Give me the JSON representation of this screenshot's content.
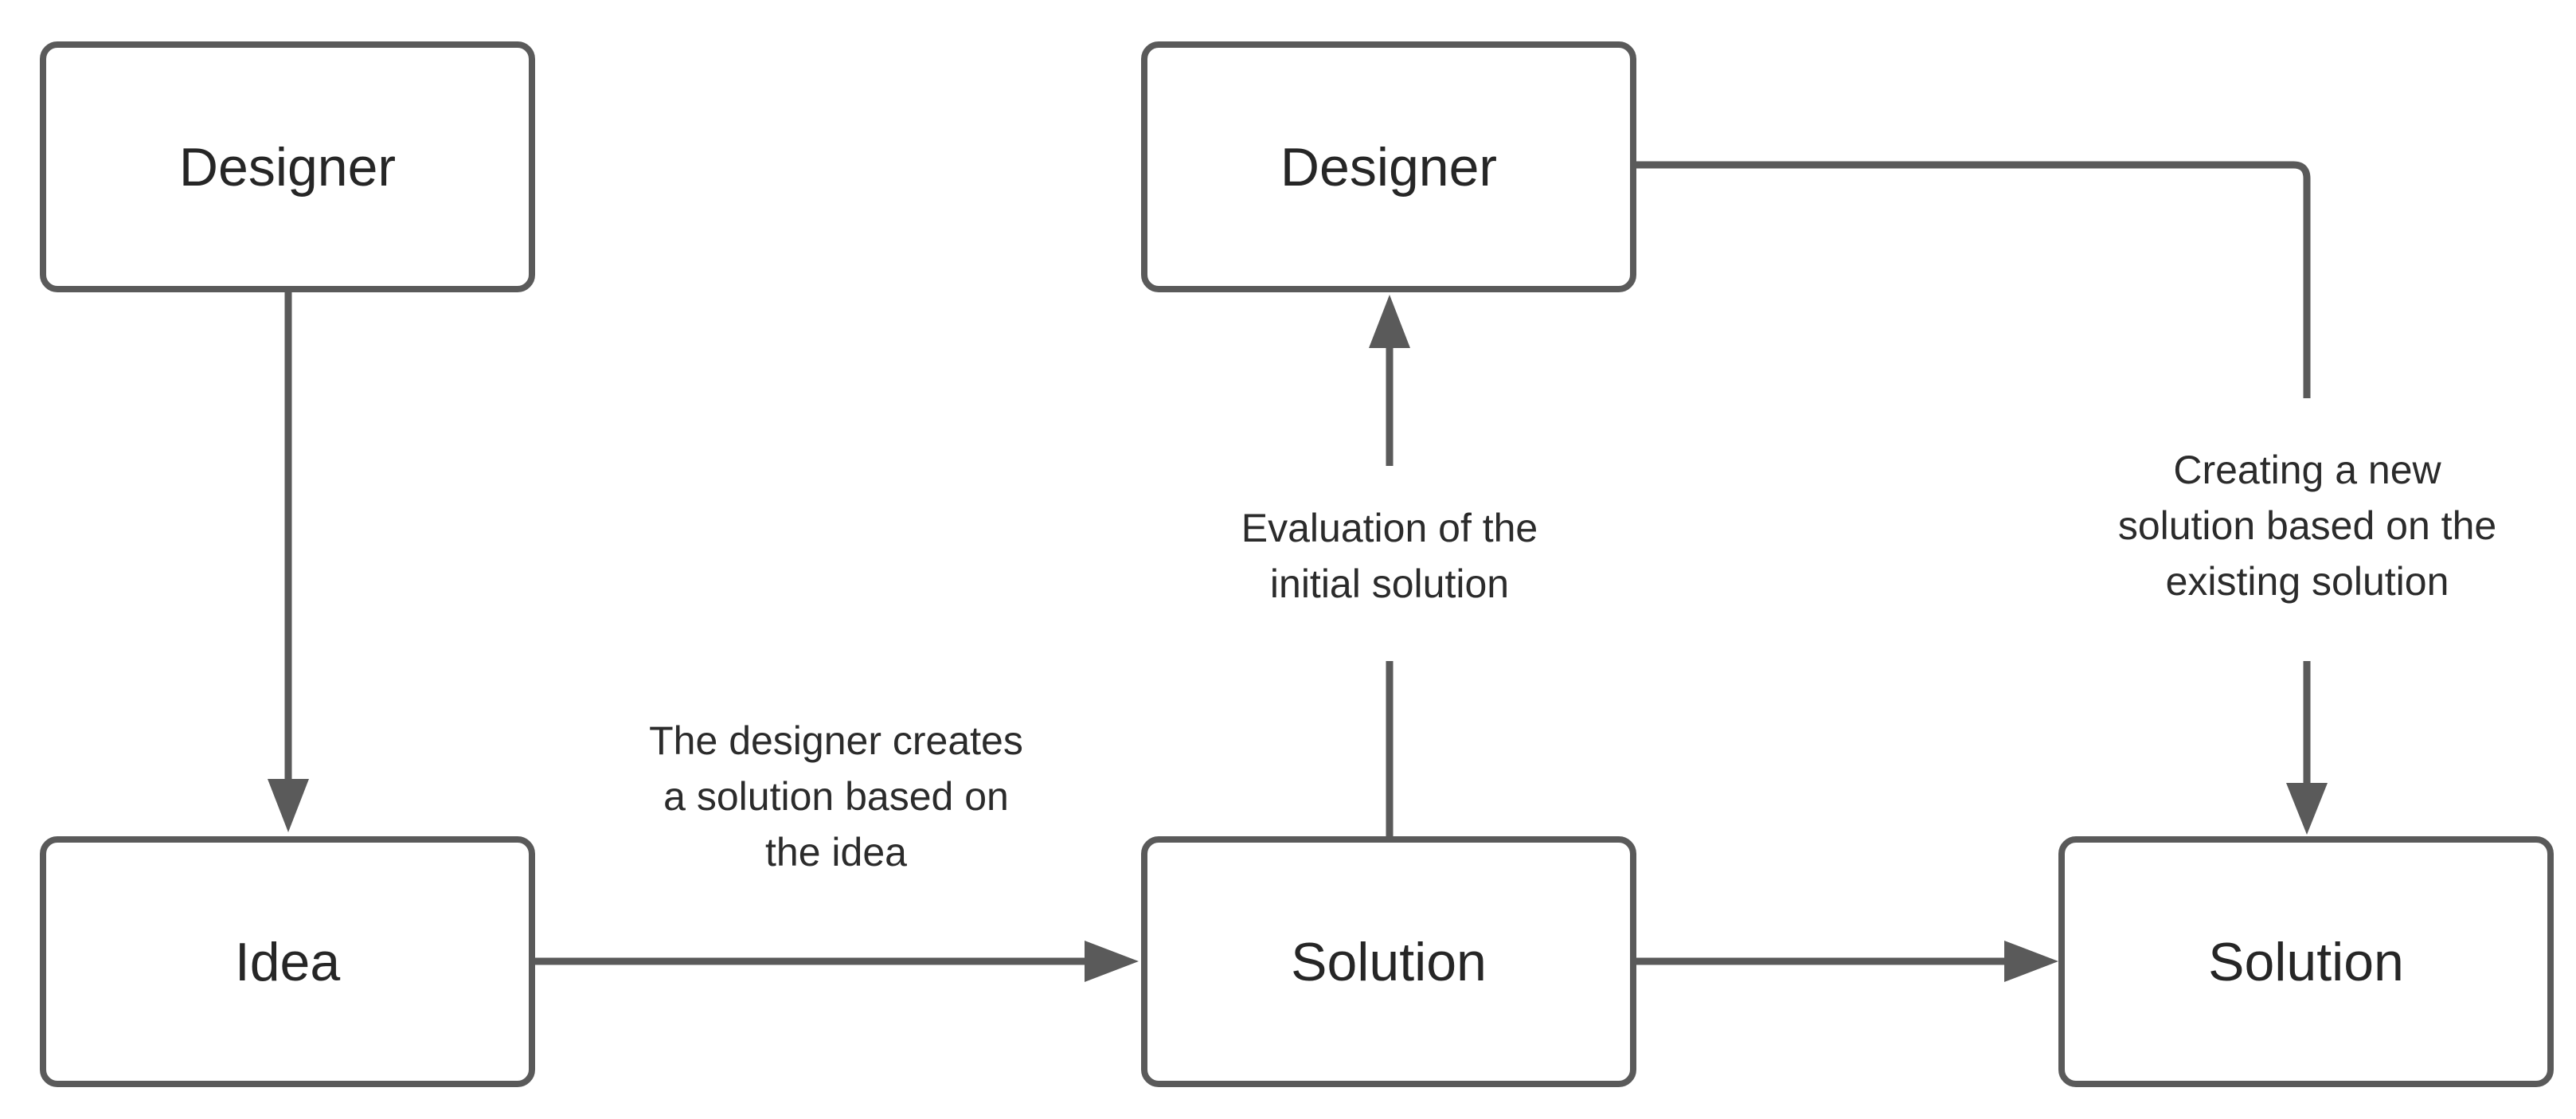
{
  "diagram": {
    "line_color": "#5a5a5a",
    "nodes": {
      "designer_left": "Designer",
      "idea": "Idea",
      "designer_mid": "Designer",
      "solution_mid": "Solution",
      "solution_right": "Solution"
    },
    "edge_labels": {
      "idea_to_solution": [
        "The designer creates",
        "a solution based on",
        "the idea"
      ],
      "evaluation": [
        "Evaluation of the",
        "initial solution"
      ],
      "new_solution": [
        "Creating a new",
        "solution based on the",
        "existing solution"
      ]
    }
  }
}
